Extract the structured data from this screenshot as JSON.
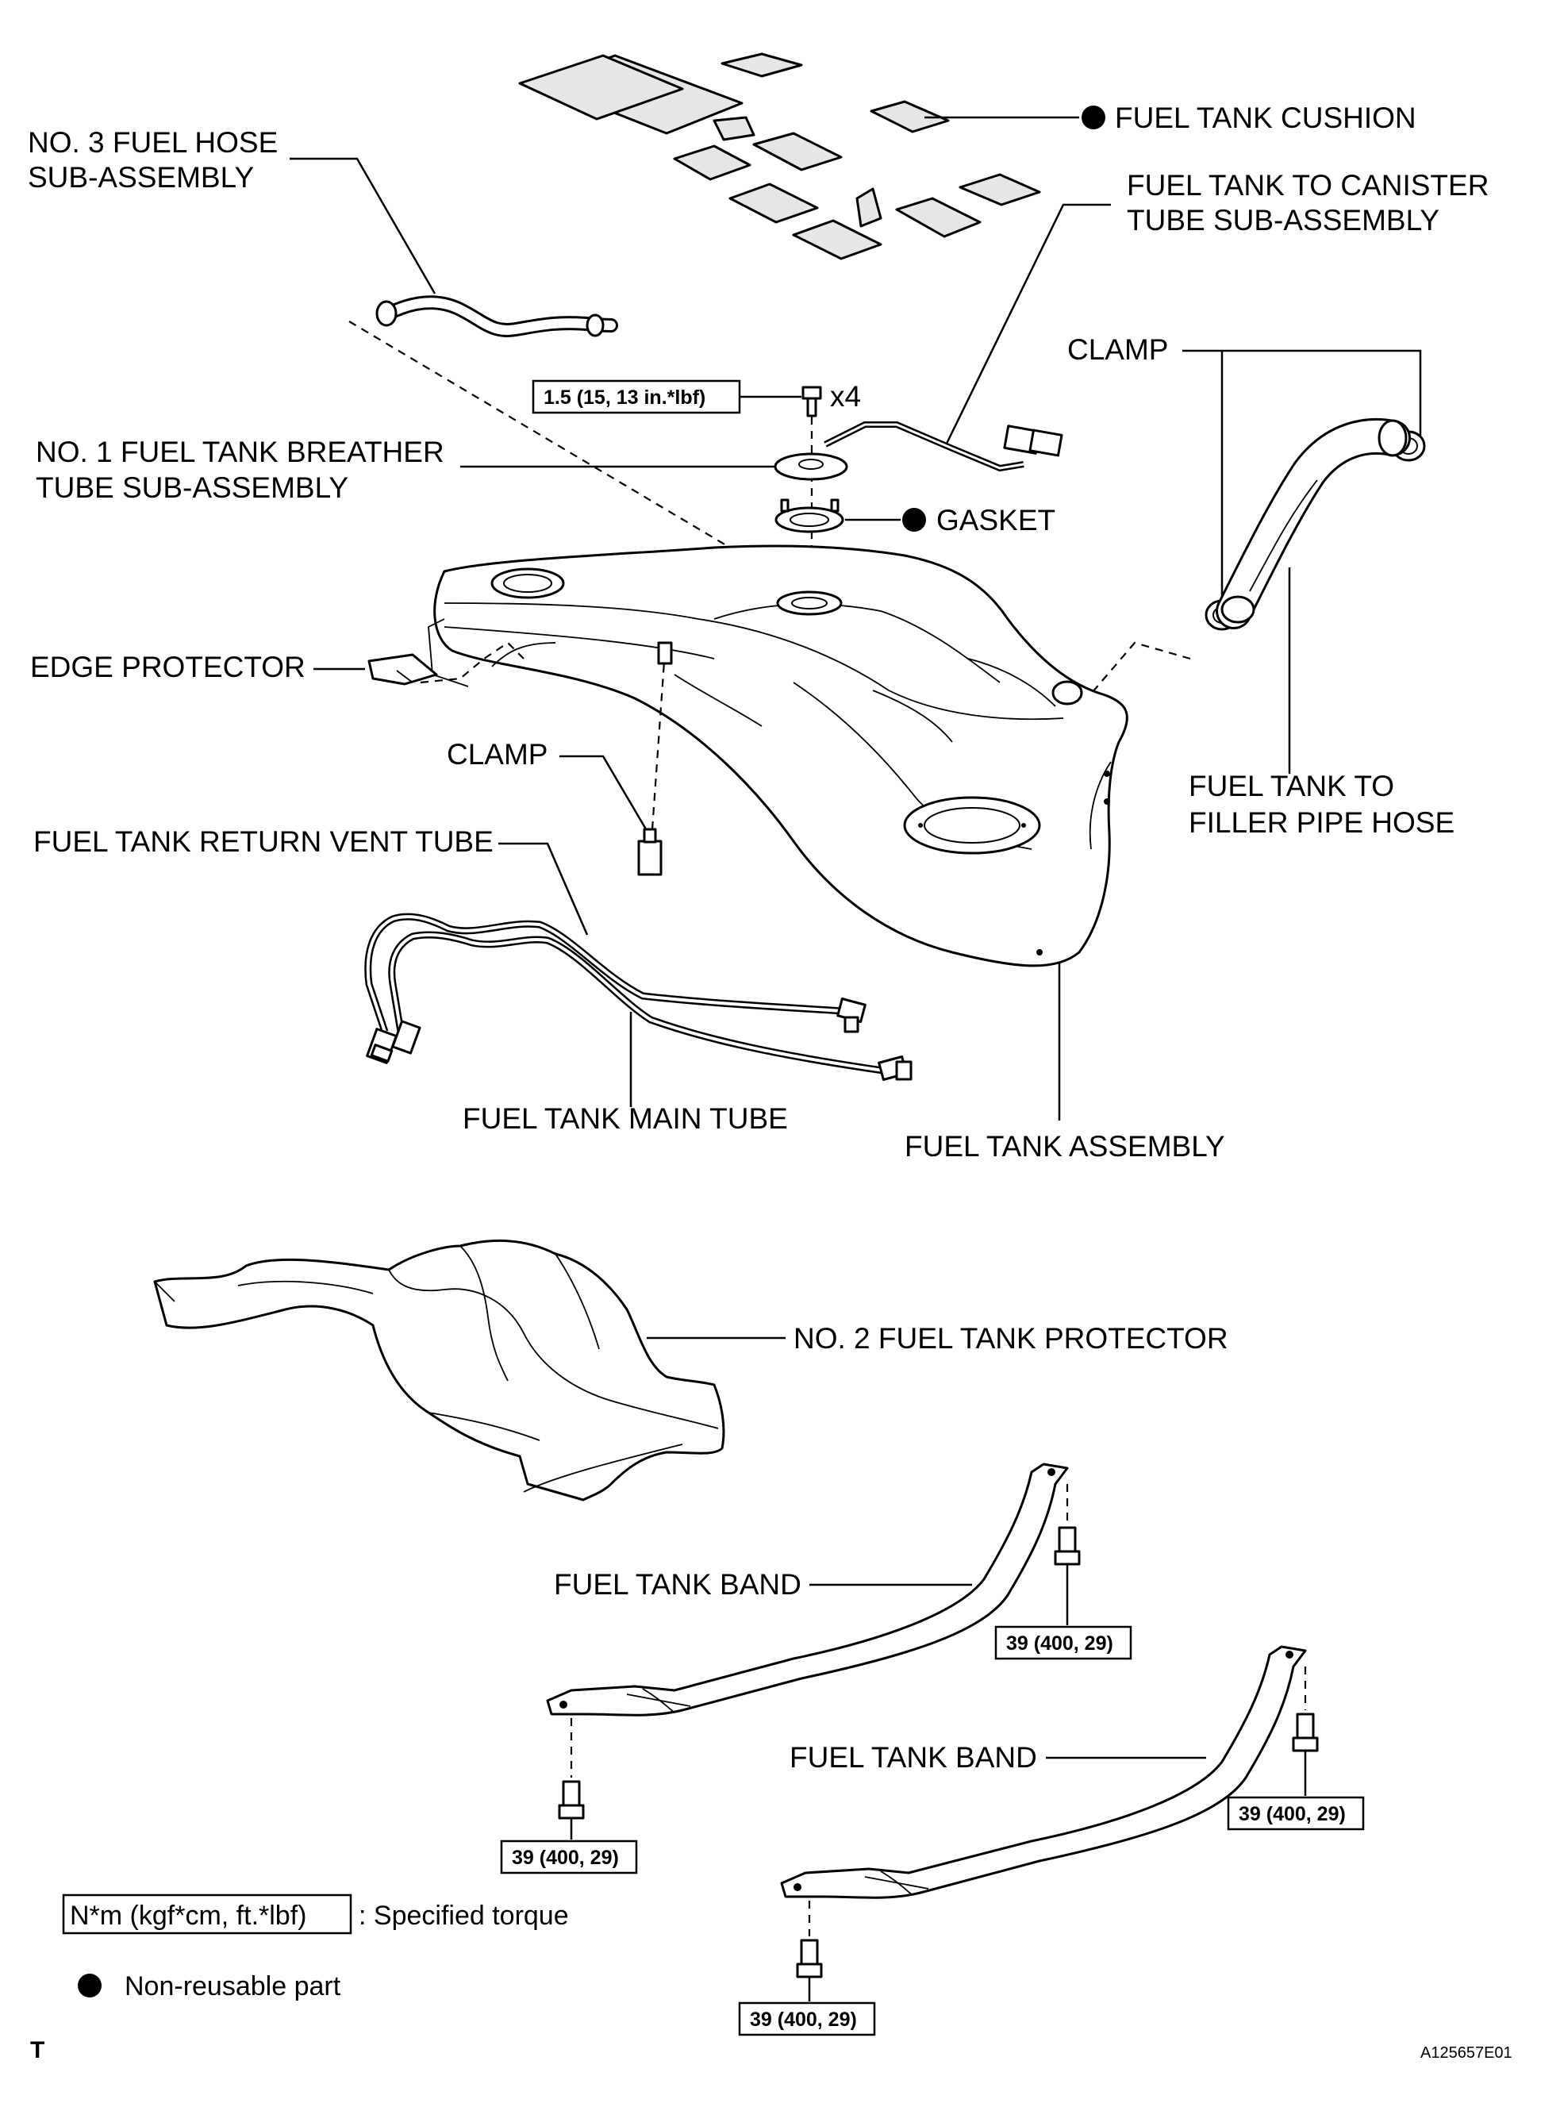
{
  "labels": {
    "fuel_tank_cushion": "FUEL TANK CUSHION",
    "no3_fuel_hose_line1": "NO. 3 FUEL HOSE",
    "no3_fuel_hose_line2": "SUB-ASSEMBLY",
    "canister_tube_line1": "FUEL TANK TO CANISTER",
    "canister_tube_line2": "TUBE SUB-ASSEMBLY",
    "clamp_top": "CLAMP",
    "breather_tube_line1": "NO. 1 FUEL TANK BREATHER",
    "breather_tube_line2": "TUBE SUB-ASSEMBLY",
    "gasket": "GASKET",
    "edge_protector": "EDGE PROTECTOR",
    "clamp_mid": "CLAMP",
    "filler_hose_line1": "FUEL TANK TO",
    "filler_hose_line2": "FILLER PIPE HOSE",
    "return_vent_tube": "FUEL TANK RETURN VENT TUBE",
    "main_tube": "FUEL TANK MAIN TUBE",
    "tank_assembly": "FUEL TANK ASSEMBLY",
    "no2_protector": "NO. 2 FUEL TANK PROTECTOR",
    "band_upper": "FUEL TANK BAND",
    "band_lower": "FUEL TANK BAND",
    "quantity_x4": "x4"
  },
  "torques": {
    "breather_bolts": "1.5 (15, 13 in.*lbf)",
    "band_upper_right": "39 (400, 29)",
    "band_upper_left": "39 (400, 29)",
    "band_lower_right": "39 (400, 29)",
    "band_lower_left": "39 (400, 29)"
  },
  "legend": {
    "torque_unit": "N*m (kgf*cm, ft.*lbf)",
    "torque_text": ": Specified torque",
    "non_reusable_text": "Non-reusable part"
  },
  "footer": {
    "corner_mark": "T",
    "figure_id": "A125657E01"
  }
}
